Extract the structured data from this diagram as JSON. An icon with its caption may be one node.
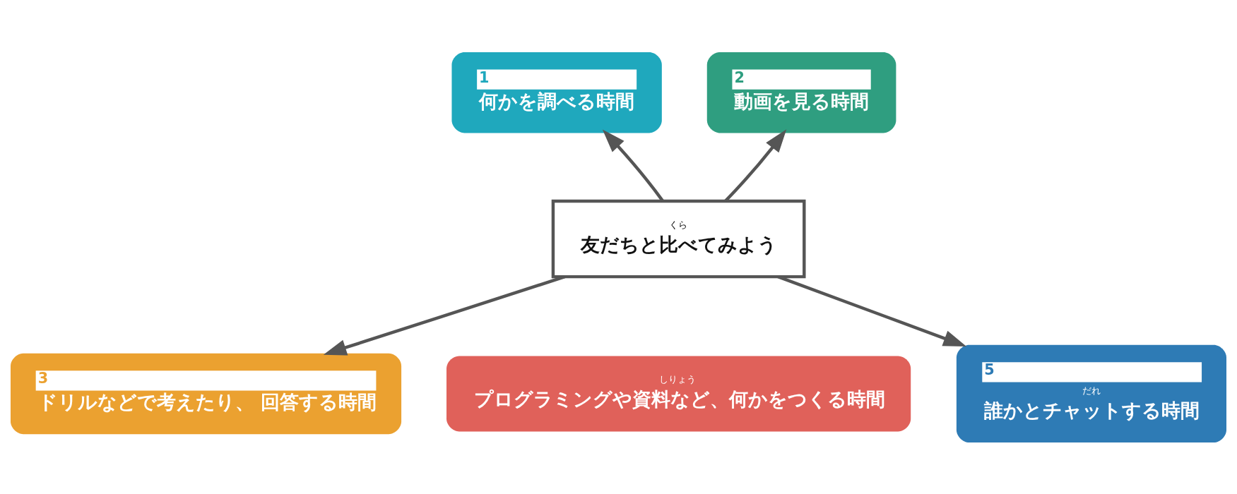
{
  "diagram": {
    "nodes": [
      {
        "text": [
          "くら",
          "友だちと比べてみよう"
        ]
      },
      {
        "text": [
          "1",
          "何かを調べる時間"
        ]
      },
      {
        "text": [
          "2",
          "動画を見る時間"
        ]
      },
      {
        "text": [
          "3",
          "ドリルなどで考えたり、 回答する時間"
        ]
      },
      {
        "text": [
          "しりょう",
          "プログラミングや資料など、何かをつくる時間"
        ]
      },
      {
        "text": [
          "5",
          "だれ",
          "誰かとチャットする時間"
        ]
      }
    ],
    "edges": [
      {
        "from": 0,
        "to": 1,
        "arrow": "to"
      },
      {
        "from": 0,
        "to": 2,
        "arrow": "to"
      },
      {
        "from": 0,
        "to": 3,
        "arrow": "to"
      },
      {
        "from": 0,
        "to": 5,
        "arrow": "to"
      }
    ]
  }
}
